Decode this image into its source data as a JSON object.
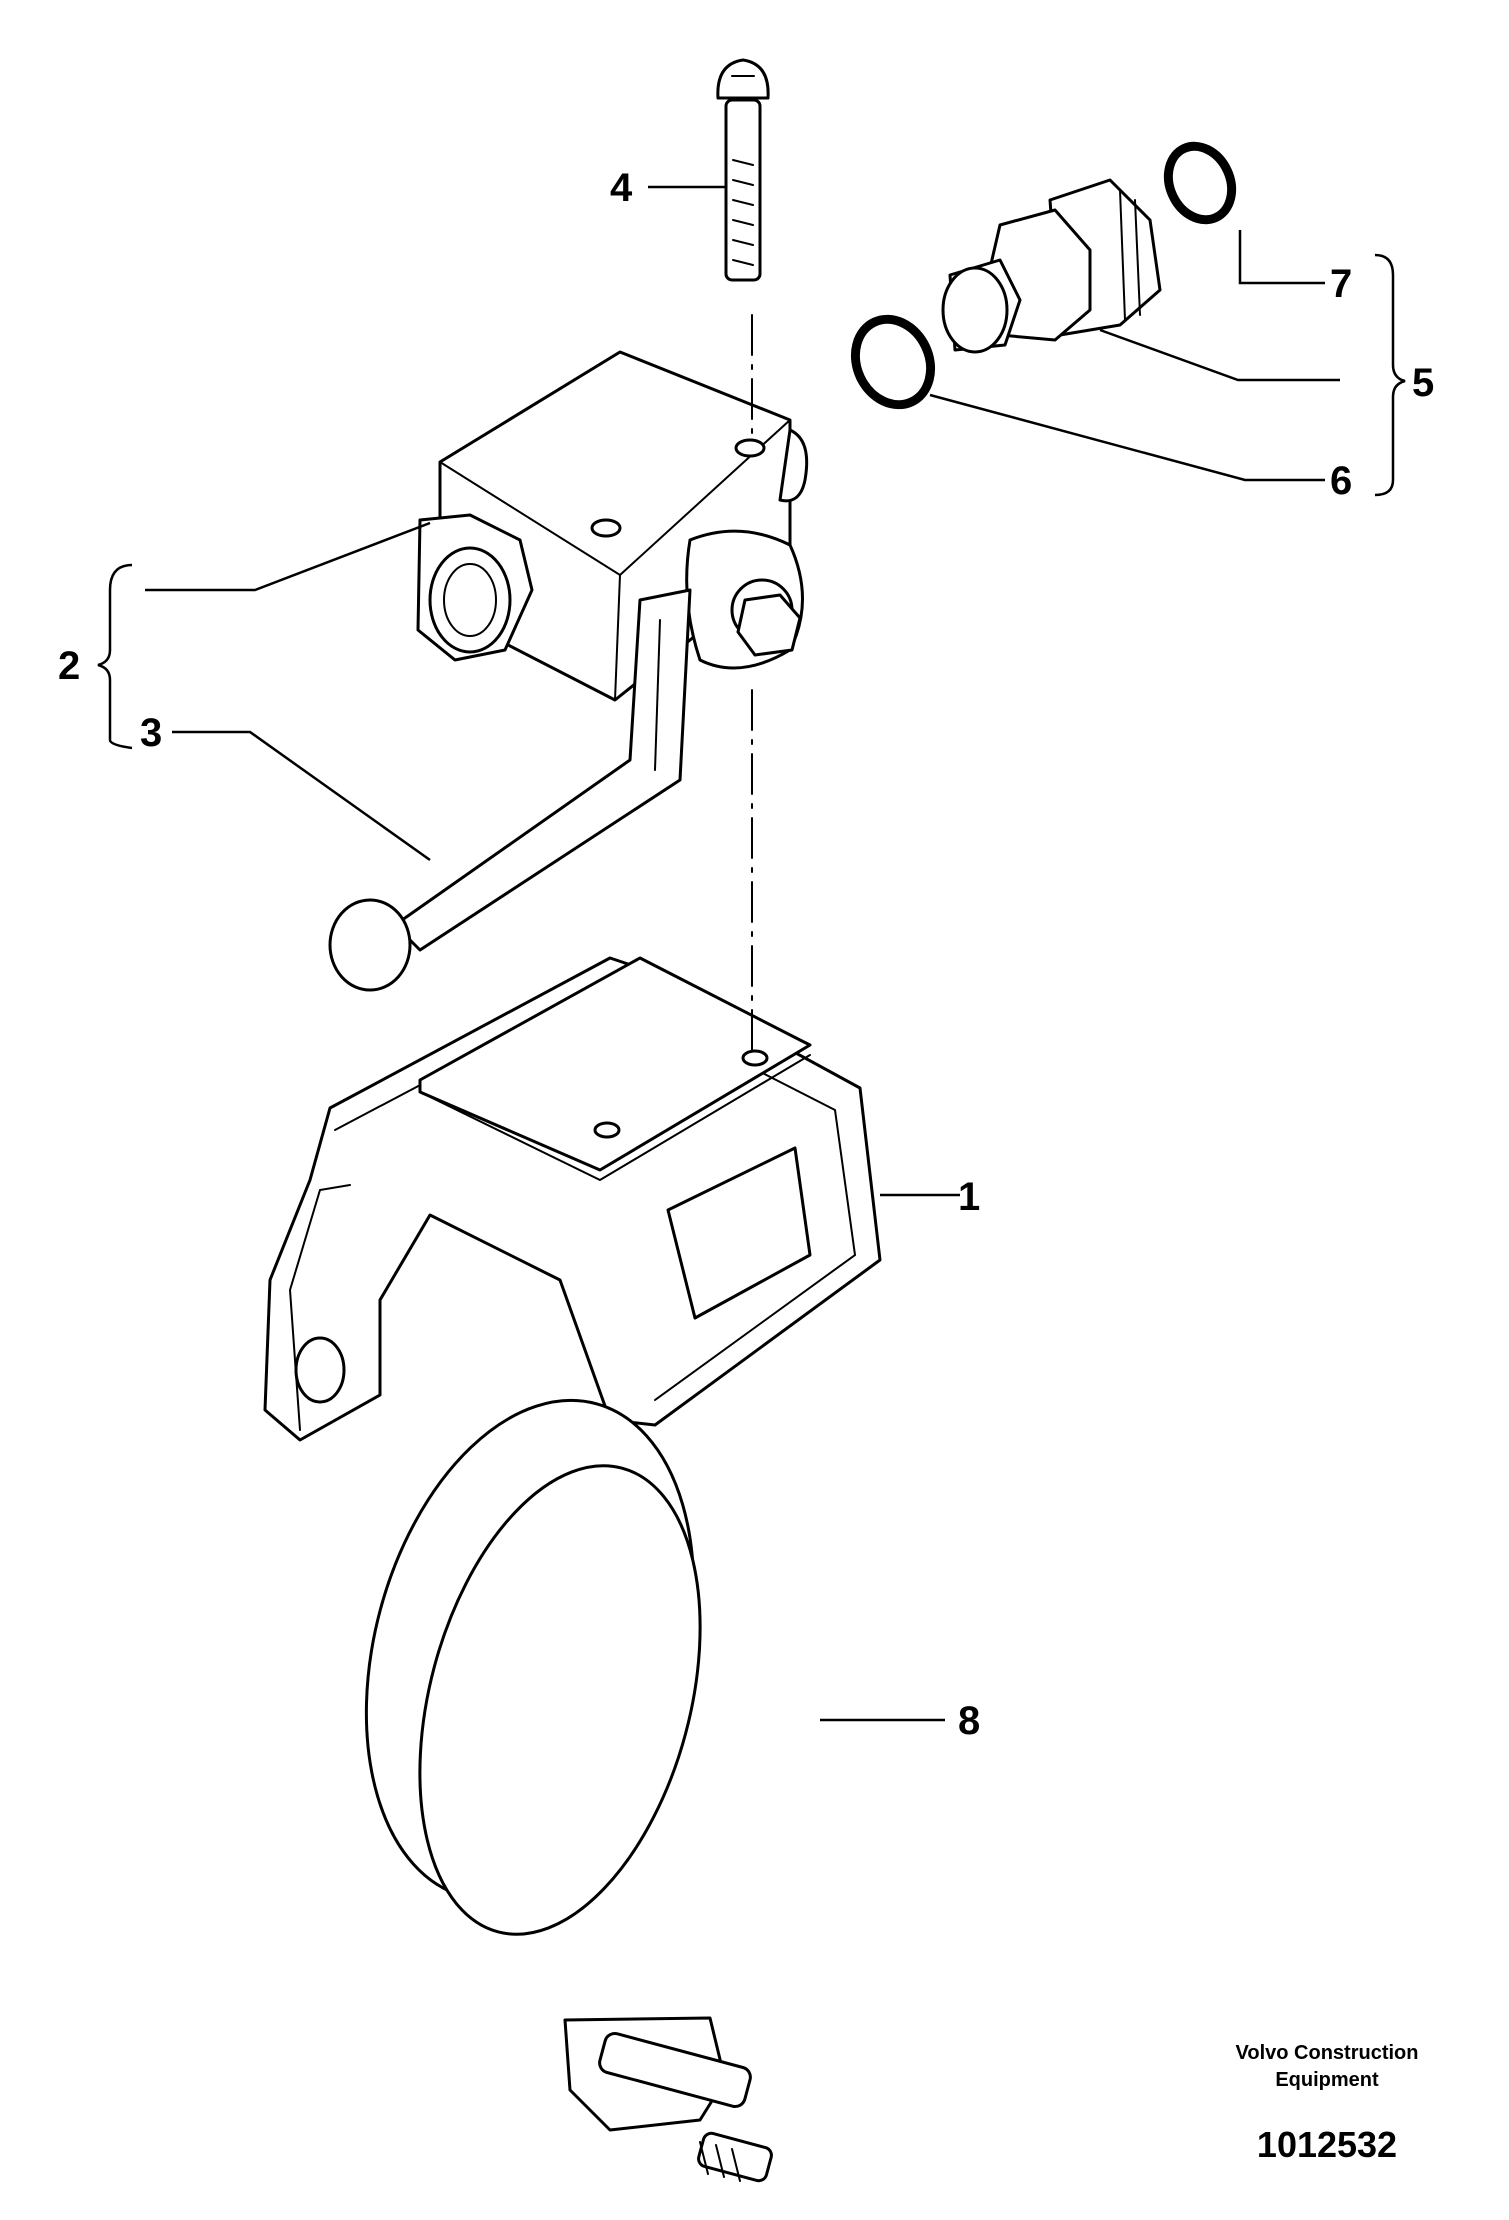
{
  "callouts": {
    "c1": "1",
    "c2": "2",
    "c3": "3",
    "c4": "4",
    "c5": "5",
    "c6": "6",
    "c7": "7",
    "c8": "8"
  },
  "caption": {
    "line1": "Volvo Construction",
    "line2": "Equipment",
    "drawing_number": "1012532"
  }
}
